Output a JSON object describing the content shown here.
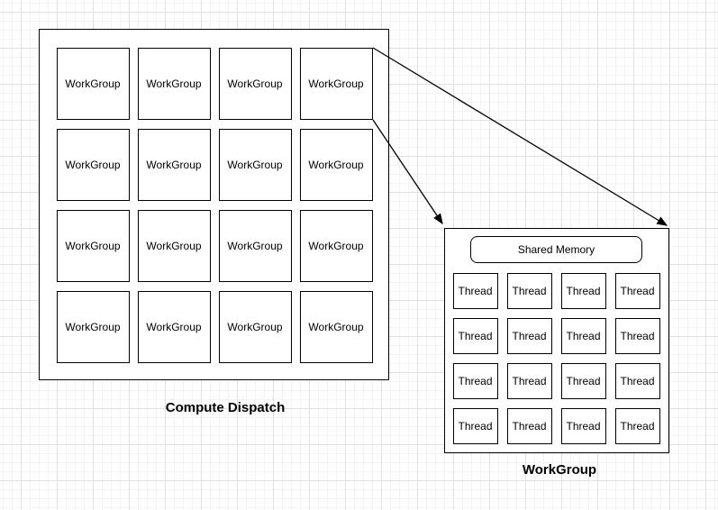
{
  "diagram": {
    "dispatch": {
      "title": "Compute Dispatch",
      "cells": [
        "WorkGroup",
        "WorkGroup",
        "WorkGroup",
        "WorkGroup",
        "WorkGroup",
        "WorkGroup",
        "WorkGroup",
        "WorkGroup",
        "WorkGroup",
        "WorkGroup",
        "WorkGroup",
        "WorkGroup",
        "WorkGroup",
        "WorkGroup",
        "WorkGroup",
        "WorkGroup"
      ]
    },
    "workgroup": {
      "title": "WorkGroup",
      "shared_memory_label": "Shared Memory",
      "cells": [
        "Thread",
        "Thread",
        "Thread",
        "Thread",
        "Thread",
        "Thread",
        "Thread",
        "Thread",
        "Thread",
        "Thread",
        "Thread",
        "Thread",
        "Thread",
        "Thread",
        "Thread",
        "Thread"
      ]
    },
    "arrows": [
      {
        "from": "dispatch-top-right-workgroup-cell-top-corner",
        "to": "workgroup-box-top-left-corner"
      },
      {
        "from": "dispatch-top-right-workgroup-cell-bottom-corner",
        "to": "workgroup-box-top-right-corner"
      }
    ],
    "colors": {
      "stroke": "#000000",
      "fill": "#ffffff",
      "text": "#000000",
      "grid_minor": "#f4f4f4",
      "grid_major": "#e0e0e0",
      "background": "#ffffff"
    }
  }
}
